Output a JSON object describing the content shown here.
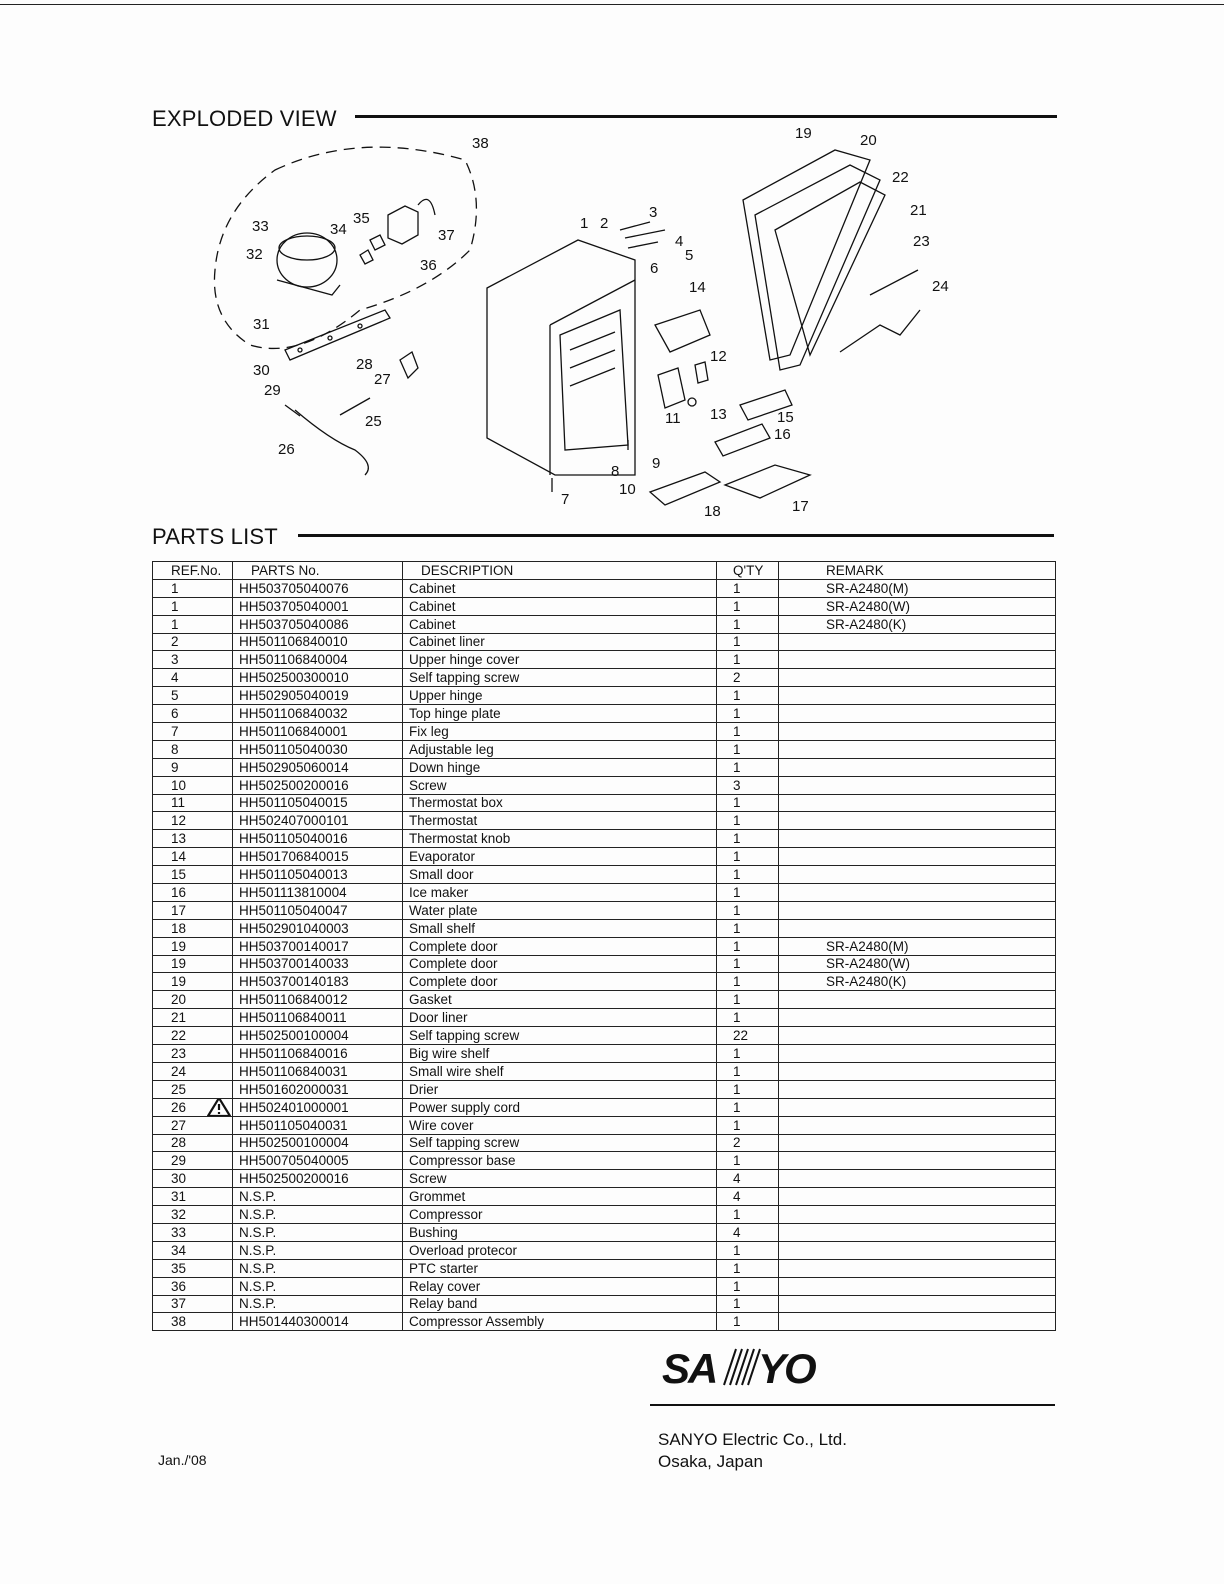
{
  "exploded_view": {
    "title": "EXPLODED VIEW",
    "callouts": [
      "1",
      "2",
      "3",
      "4",
      "5",
      "6",
      "7",
      "8",
      "9",
      "10",
      "11",
      "12",
      "13",
      "14",
      "15",
      "16",
      "17",
      "18",
      "19",
      "20",
      "21",
      "22",
      "23",
      "24",
      "25",
      "26",
      "27",
      "28",
      "29",
      "30",
      "31",
      "32",
      "33",
      "34",
      "35",
      "36",
      "37",
      "38"
    ]
  },
  "parts_list": {
    "title": "PARTS LIST",
    "headers": [
      "REF.No.",
      "PARTS No.",
      "DESCRIPTION",
      "Q'TY",
      "REMARK"
    ],
    "rows": [
      {
        "ref": "1",
        "part": "HH503705040076",
        "desc": "Cabinet",
        "qty": "1",
        "remark": "SR-A2480(M)"
      },
      {
        "ref": "1",
        "part": "HH503705040001",
        "desc": "Cabinet",
        "qty": "1",
        "remark": "SR-A2480(W)"
      },
      {
        "ref": "1",
        "part": "HH503705040086",
        "desc": "Cabinet",
        "qty": "1",
        "remark": "SR-A2480(K)"
      },
      {
        "ref": "2",
        "part": "HH501106840010",
        "desc": "Cabinet liner",
        "qty": "1",
        "remark": ""
      },
      {
        "ref": "3",
        "part": "HH501106840004",
        "desc": "Upper hinge cover",
        "qty": "1",
        "remark": ""
      },
      {
        "ref": "4",
        "part": "HH502500300010",
        "desc": "Self tapping screw",
        "qty": "2",
        "remark": ""
      },
      {
        "ref": "5",
        "part": "HH502905040019",
        "desc": "Upper hinge",
        "qty": "1",
        "remark": ""
      },
      {
        "ref": "6",
        "part": "HH501106840032",
        "desc": "Top hinge plate",
        "qty": "1",
        "remark": ""
      },
      {
        "ref": "7",
        "part": "HH501106840001",
        "desc": "Fix leg",
        "qty": "1",
        "remark": ""
      },
      {
        "ref": "8",
        "part": "HH501105040030",
        "desc": "Adjustable leg",
        "qty": "1",
        "remark": ""
      },
      {
        "ref": "9",
        "part": "HH502905060014",
        "desc": "Down hinge",
        "qty": "1",
        "remark": ""
      },
      {
        "ref": "10",
        "part": "HH502500200016",
        "desc": "Screw",
        "qty": "3",
        "remark": ""
      },
      {
        "ref": "11",
        "part": "HH501105040015",
        "desc": "Thermostat box",
        "qty": "1",
        "remark": ""
      },
      {
        "ref": "12",
        "part": "HH502407000101",
        "desc": "Thermostat",
        "qty": "1",
        "remark": ""
      },
      {
        "ref": "13",
        "part": "HH501105040016",
        "desc": "Thermostat knob",
        "qty": "1",
        "remark": ""
      },
      {
        "ref": "14",
        "part": "HH501706840015",
        "desc": "Evaporator",
        "qty": "1",
        "remark": ""
      },
      {
        "ref": "15",
        "part": "HH501105040013",
        "desc": "Small door",
        "qty": "1",
        "remark": ""
      },
      {
        "ref": "16",
        "part": "HH501113810004",
        "desc": "Ice maker",
        "qty": "1",
        "remark": ""
      },
      {
        "ref": "17",
        "part": "HH501105040047",
        "desc": "Water plate",
        "qty": "1",
        "remark": ""
      },
      {
        "ref": "18",
        "part": "HH502901040003",
        "desc": "Small shelf",
        "qty": "1",
        "remark": ""
      },
      {
        "ref": "19",
        "part": "HH503700140017",
        "desc": "Complete door",
        "qty": "1",
        "remark": "SR-A2480(M)"
      },
      {
        "ref": "19",
        "part": "HH503700140033",
        "desc": "Complete door",
        "qty": "1",
        "remark": "SR-A2480(W)"
      },
      {
        "ref": "19",
        "part": "HH503700140183",
        "desc": "Complete door",
        "qty": "1",
        "remark": "SR-A2480(K)"
      },
      {
        "ref": "20",
        "part": "HH501106840012",
        "desc": "Gasket",
        "qty": "1",
        "remark": ""
      },
      {
        "ref": "21",
        "part": "HH501106840011",
        "desc": "Door liner",
        "qty": "1",
        "remark": ""
      },
      {
        "ref": "22",
        "part": "HH502500100004",
        "desc": "Self tapping screw",
        "qty": "22",
        "remark": ""
      },
      {
        "ref": "23",
        "part": "HH501106840016",
        "desc": "Big wire shelf",
        "qty": "1",
        "remark": ""
      },
      {
        "ref": "24",
        "part": "HH501106840031",
        "desc": "Small wire shelf",
        "qty": "1",
        "remark": ""
      },
      {
        "ref": "25",
        "part": "HH501602000031",
        "desc": "Drier",
        "qty": "1",
        "remark": ""
      },
      {
        "ref": "26",
        "part": "HH502401000001",
        "desc": "Power supply cord",
        "qty": "1",
        "remark": "",
        "warning": true
      },
      {
        "ref": "27",
        "part": "HH501105040031",
        "desc": "Wire cover",
        "qty": "1",
        "remark": ""
      },
      {
        "ref": "28",
        "part": "HH502500100004",
        "desc": "Self tapping screw",
        "qty": "2",
        "remark": ""
      },
      {
        "ref": "29",
        "part": "HH500705040005",
        "desc": "Compressor base",
        "qty": "1",
        "remark": ""
      },
      {
        "ref": "30",
        "part": "HH502500200016",
        "desc": "Screw",
        "qty": "4",
        "remark": ""
      },
      {
        "ref": "31",
        "part": "N.S.P.",
        "desc": "Grommet",
        "qty": "4",
        "remark": ""
      },
      {
        "ref": "32",
        "part": "N.S.P.",
        "desc": "Compressor",
        "qty": "1",
        "remark": ""
      },
      {
        "ref": "33",
        "part": "N.S.P.",
        "desc": "Bushing",
        "qty": "4",
        "remark": ""
      },
      {
        "ref": "34",
        "part": "N.S.P.",
        "desc": "Overload protecor",
        "qty": "1",
        "remark": ""
      },
      {
        "ref": "35",
        "part": "N.S.P.",
        "desc": "PTC starter",
        "qty": "1",
        "remark": ""
      },
      {
        "ref": "36",
        "part": "N.S.P.",
        "desc": "Relay cover",
        "qty": "1",
        "remark": ""
      },
      {
        "ref": "37",
        "part": "N.S.P.",
        "desc": "Relay band",
        "qty": "1",
        "remark": ""
      },
      {
        "ref": "38",
        "part": "HH501440300014",
        "desc": "Compressor Assembly",
        "qty": "1",
        "remark": ""
      }
    ]
  },
  "footer": {
    "logo": "SANYO",
    "company": "SANYO Electric Co., Ltd.",
    "city": "Osaka, Japan",
    "date": "Jan./'08"
  }
}
